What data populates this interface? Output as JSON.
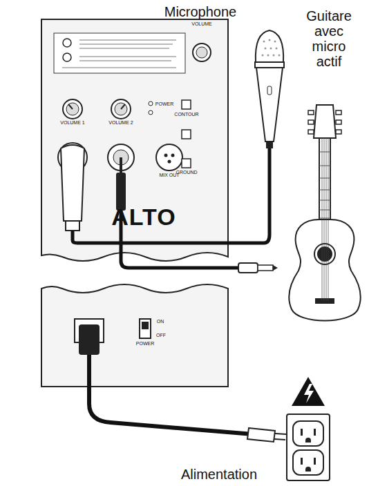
{
  "diagram": {
    "labels": [
      "Microphone",
      "Guitare avec micro actif",
      "Alimentation",
      "VOLUME",
      "VOLUME 1",
      "VOLUME 2",
      "POWER",
      "MIX OUT",
      "CONTOUR",
      "GROUND",
      "ALTO",
      "ON",
      "OFF",
      "POWER"
    ]
  }
}
